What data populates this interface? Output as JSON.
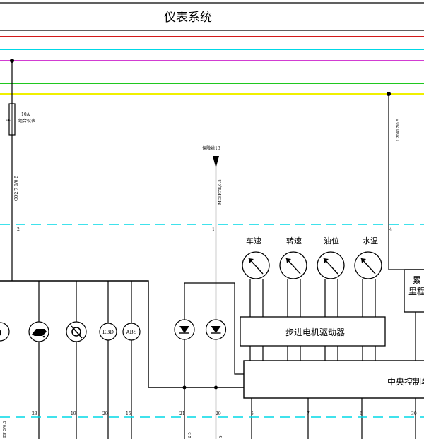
{
  "title": "仪表系统",
  "bus_colors": {
    "red": "#d21a1a",
    "cyan": "#00d8e6",
    "magenta": "#d23cd2",
    "green": "#1fc81f",
    "yellow": "#f0f000"
  },
  "dash_color": "#00d8e6",
  "fuse": {
    "rating": "10A",
    "name": "组合仪表",
    "id": "F6"
  },
  "wires": {
    "left_vertical": "CO2.7 0/0.5",
    "middle_vertical": "MC8RTB/0.5",
    "right_vertical": "LP0417/0.5",
    "bottom_left": "BP 3/0.5",
    "bottom_mid1": "2.5",
    "bottom_mid2": "5"
  },
  "connector_upper": {
    "left": "2",
    "middle": "1",
    "right": "4"
  },
  "fuse_tag": "保险丝13",
  "gauges": [
    "车速",
    "转速",
    "油位",
    "水温"
  ],
  "indicators": {
    "ebd": "EBD",
    "abs": "ABS"
  },
  "modules": {
    "stepper": "步进电机驱动器",
    "central": "中央控制单",
    "odometer_line1": "累",
    "odometer_line2": "里程"
  },
  "pins_bottom": [
    "23",
    "19",
    "29",
    "15",
    "21",
    "29",
    "5",
    "7",
    "6",
    "30"
  ]
}
